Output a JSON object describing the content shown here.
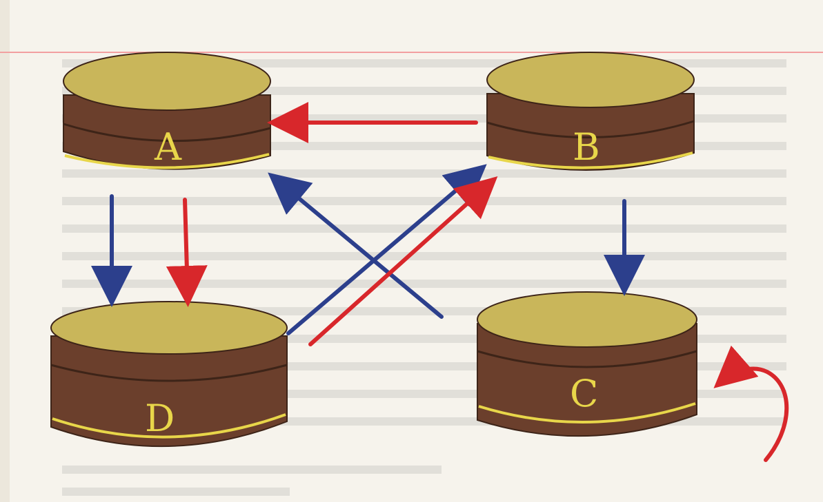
{
  "diagram": {
    "nodes": [
      {
        "id": "A",
        "label": "A"
      },
      {
        "id": "B",
        "label": "B"
      },
      {
        "id": "C",
        "label": "C"
      },
      {
        "id": "D",
        "label": "D"
      }
    ],
    "edges": [
      {
        "from": "B",
        "to": "A",
        "color": "red"
      },
      {
        "from": "A",
        "to": "D",
        "color": "blue"
      },
      {
        "from": "A",
        "to": "D",
        "color": "red"
      },
      {
        "from": "B",
        "to": "C",
        "color": "blue"
      },
      {
        "from": "C",
        "to": "A",
        "color": "blue"
      },
      {
        "from": "D",
        "to": "B",
        "color": "blue"
      },
      {
        "from": "D",
        "to": "B",
        "color": "red"
      },
      {
        "from": "C",
        "to": "C",
        "color": "red"
      }
    ]
  },
  "colors": {
    "paper": "#f6f3ec",
    "cylinder_side": "#6b3f2c",
    "cylinder_top": "#c9b65a",
    "stripe": "#e8d64a",
    "arrow_red": "#d8272b",
    "arrow_blue": "#2c3f8c",
    "margin_line": "#f2a0a0"
  }
}
